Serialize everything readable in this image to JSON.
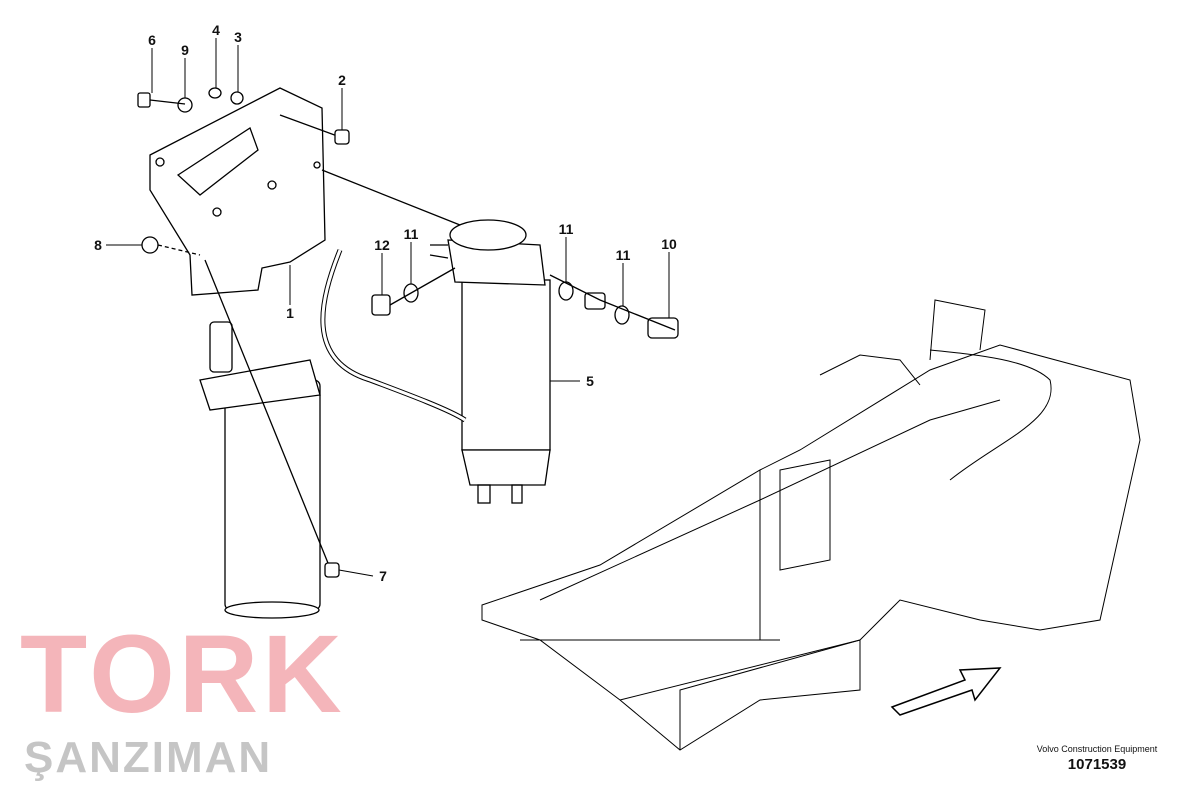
{
  "callouts": [
    "6",
    "9",
    "4",
    "3",
    "2",
    "8",
    "1",
    "12",
    "11",
    "11",
    "11",
    "10",
    "5",
    "7"
  ],
  "watermark": {
    "top": "TORK",
    "bottom": "ŞANZIMAN"
  },
  "footer": {
    "company": "Volvo Construction Equipment",
    "drawing_number": "1071539"
  },
  "colors": {
    "line": "#000000",
    "watermark_red": "#eb7882",
    "watermark_gray": "#969696"
  }
}
